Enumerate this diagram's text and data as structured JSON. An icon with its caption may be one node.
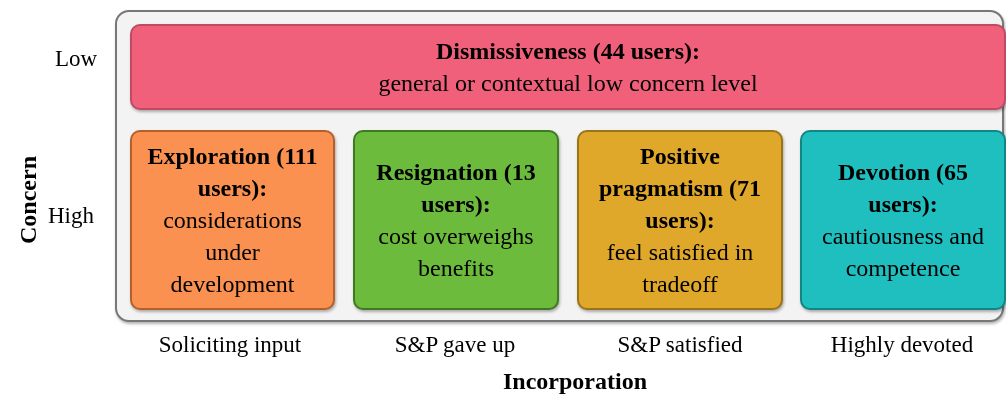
{
  "diagram": {
    "nodes": [
      {
        "text": [],
        "shape": "box"
      },
      {
        "text": [
          "Dismissiveness (44 users):",
          "general or contextual low concern level"
        ],
        "in": 0
      },
      {
        "text": [
          "Exploration (111 users):",
          "considerations under development"
        ],
        "in": 0
      },
      {
        "text": [
          "Resignation (13 users):",
          "cost overweighs benefits"
        ],
        "in": 0
      },
      {
        "text": [
          "Positive pragmatism (71 users):",
          "feel satisfied in tradeoff"
        ],
        "in": 0
      },
      {
        "text": [
          "Devotion (65 users):",
          "cautiousness and competence"
        ],
        "in": 0
      }
    ],
    "edges": [],
    "labels": [
      "Low",
      "High",
      "Concern",
      "Soliciting input",
      "S&P gave up",
      "S&P satisfied",
      "Highly devoted",
      "Incorporation"
    ]
  }
}
